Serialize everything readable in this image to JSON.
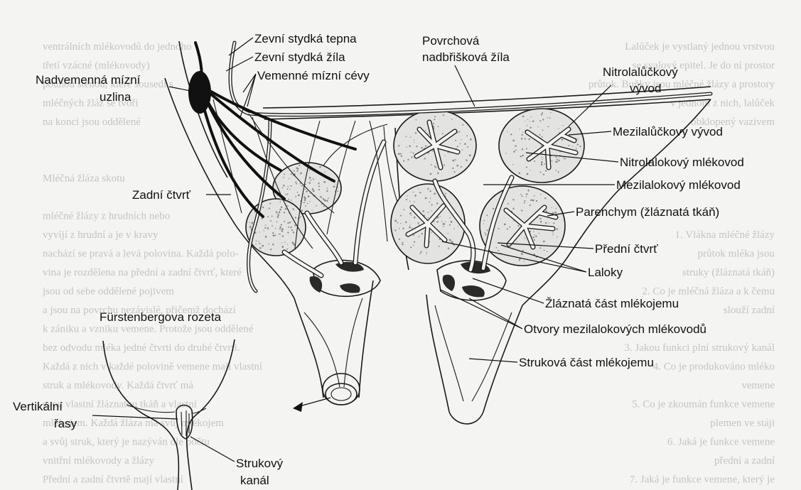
{
  "background_text": {
    "left": [
      "ventrálních mlékovodů do jednoho",
      "třetí vzácné (mlékovody)",
      "pouhou stěnou, které sousedí s",
      "mléčných žláz se tvoří",
      "na konci jsou oddělené",
      "",
      "",
      "Mléčná žláza skotu",
      "",
      "mléčné žlázy z hrudních nebo",
      "vyvíjí z hrudní a je v kravy",
      "nachází se pravá a levá polovina. Každá polo-",
      "vina je rozdělena na přední a zadní čtvrť, které",
      "jsou od sebe oddělené pojivem",
      "a jsou na povrchu nezávislé, přičemž dochází",
      "k zániku a vzniku vemene. Protože jsou oddělené",
      "bez odvodu mléka jedné čtvrti do druhé čtvrti.",
      "Každá z nich v každé polovině vemene mají vlastní",
      "struk a mlékovody. Každá čtvrť má",
      "svou vlastní žláznatou tkáň a vlastní",
      "mlékojem. Každá žláza má svůj mlékojem",
      "a svůj struk, který je nazýván dle počtu",
      "vnitřní mlékovody a žlázy",
      "Přední a zadní čtvrtě mají vlastní"
    ],
    "right": [
      "Lalůček je vystlaný jednou vrstvou",
      "se svalový epitel. Je do ní prostor",
      "průtok. Buňky jsou mléčné žlázy a prostory",
      "v jednom z nich, lalůček",
      "obklopený vazivem",
      "",
      "",
      "",
      "",
      "",
      "1. Vlákna mléčné žlázy",
      "   průtok mléka jsou",
      "   struky (žláznatá tkáň)",
      "2. Co je mléčná žláza a k čemu",
      "   slouží zadní",
      "",
      "3. Jakou funkci plní strukový kanál",
      "4. Co je produkováno mléko",
      "   vemene",
      "5. Co je zkoumán funkce vemene",
      "   plemen ve stáji",
      "6. Jaká je funkce vemene",
      "   přední a zadní",
      "7. Jaká je funkce vemene, který je"
    ]
  },
  "labels": {
    "zevni_stydka_tepna": "Zevní stydká tepna",
    "zevni_stydka_zila": "Zevní stydká žíla",
    "vemenne_mizni_cevy": "Vemenné mízní cévy",
    "nadvemenna_mizni_uzlina_1": "Nadvemenná mízní",
    "nadvemenna_mizni_uzlina_2": "uzlina",
    "povrchova_zila_1": "Povrchová",
    "povrchova_zila_2": "nadbřišková žíla",
    "nitrolaluckovy_vyvod_1": "Nitrolalůčkový",
    "nitrolaluckovy_vyvod_2": "vývod",
    "mezilaluckovy_vyvod": "Mezilalůčkový vývod",
    "nitrolalokovy_mlekovod": "Nitrolalokový mlékovod",
    "mezilalokovy_mlekovod": "Mezilalokový mlékovod",
    "zadni_ctvrt": "Zadní čtvrť",
    "parenchym": "Parenchym (žláznatá tkáň)",
    "predni_ctvrt": "Přední čtvrť",
    "laloky": "Laloky",
    "zlaznata_cast": "Žláznatá část mlékojemu",
    "furstenbergova_rozeta": "Fürstenbergova rozeta",
    "otvory": "Otvory mezilalokových mlékovodů",
    "strukova_cast": "Struková část mlékojemu",
    "vertikalni_rasy_1": "Vertikální",
    "vertikalni_rasy_2": "řasy",
    "strukovy_kanal_1": "Strukový",
    "strukovy_kanal_2": "kanál"
  }
}
